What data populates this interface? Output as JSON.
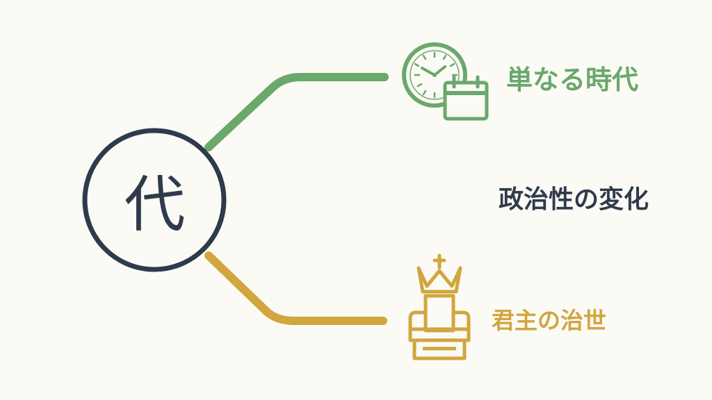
{
  "center": {
    "char": "代"
  },
  "branches": [
    {
      "label": "単なる時代",
      "icon": "clock-calendar-icon",
      "color": "#6aa86b"
    },
    {
      "label": "政治性の変化",
      "color": "#2f3b4c"
    },
    {
      "label": "君主の治世",
      "icon": "crown-throne-icon",
      "color": "#d1a63f"
    }
  ],
  "colors": {
    "background": "#fbfaf5",
    "center_ring": "#2f3b4c",
    "green": "#6aa86b",
    "gold": "#d1a63f"
  }
}
